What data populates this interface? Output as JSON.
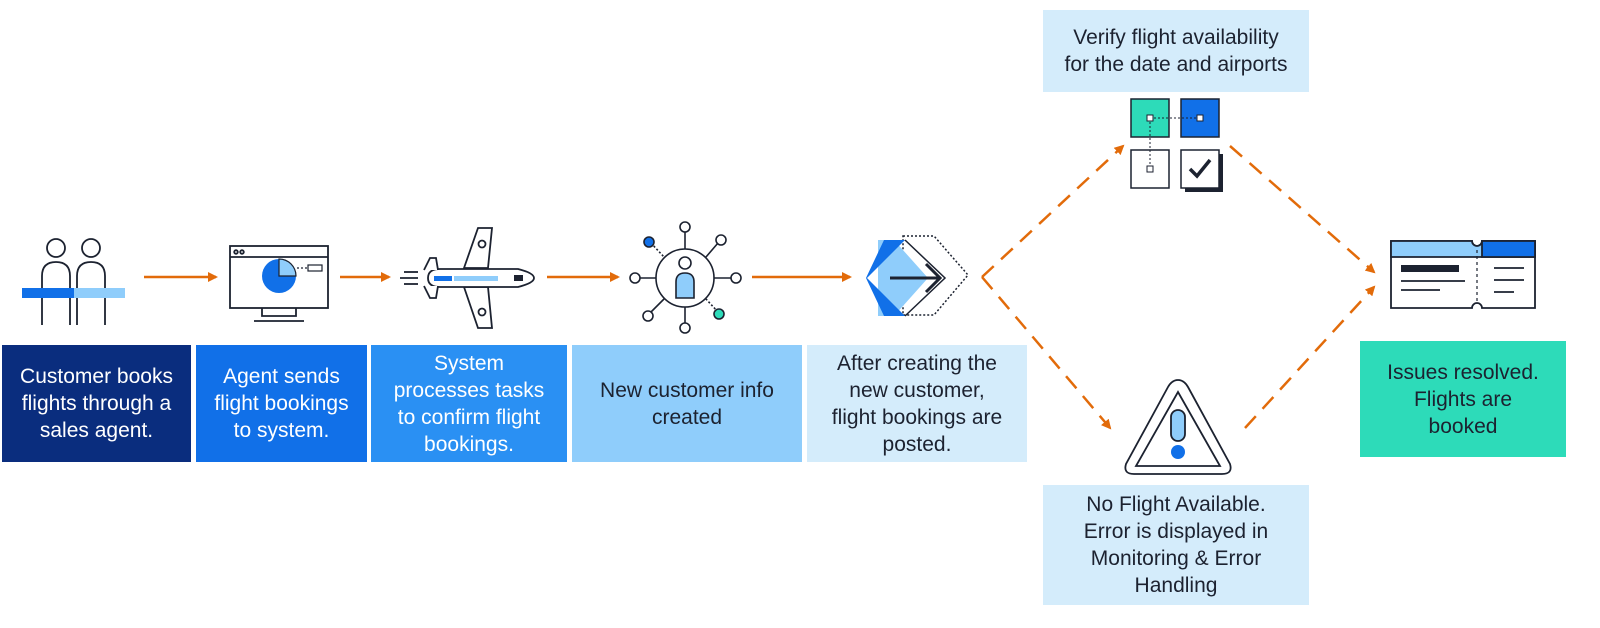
{
  "colors": {
    "arrow": "#e26b0a",
    "navy": "#0a2d7e",
    "blue": "#1170e8",
    "mid_blue": "#2a90f3",
    "light_blue": "#8fcdfb",
    "pale_blue": "#d4ecfb",
    "teal": "#2ddbb9",
    "icon_stroke": "#1c2230"
  },
  "steps": [
    {
      "icon": "people-at-desk-icon",
      "label": "Customer books\nflights through a\nsales agent."
    },
    {
      "icon": "monitor-pie-chart-icon",
      "label": "Agent sends\nflight bookings\nto system."
    },
    {
      "icon": "airplane-icon",
      "label": "System\nprocesses tasks\nto confirm flight\nbookings."
    },
    {
      "icon": "network-person-icon",
      "label": "New customer info\ncreated"
    },
    {
      "icon": "post-arrow-icon",
      "label": "After creating the\nnew customer,\nflight bookings are\nposted."
    }
  ],
  "branches": {
    "success": {
      "icon": "checklist-squares-icon",
      "label": "Verify flight availability\nfor the date and airports"
    },
    "failure": {
      "icon": "warning-triangle-icon",
      "label": "No Flight  Available.\nError is displayed  in\nMonitoring & Error\nHandling"
    }
  },
  "outcome": {
    "icon": "boarding-pass-icon",
    "label": "Issues resolved.\nFlights are\nbooked"
  }
}
